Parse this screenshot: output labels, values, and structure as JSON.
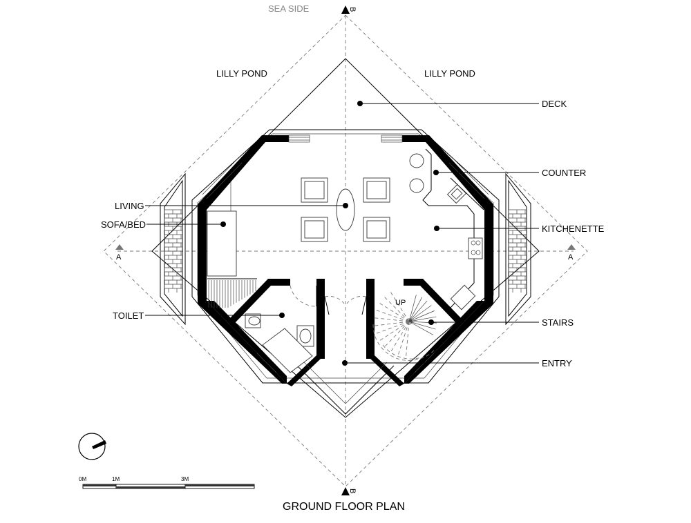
{
  "title": "GROUND FLOOR PLAN",
  "orientation_label": "SEA SIDE",
  "section_marks": {
    "vertical": "B",
    "horizontal": "A"
  },
  "labels": {
    "lilly_pond_left": "LILLY POND",
    "lilly_pond_right": "LILLY POND",
    "deck": "DECK",
    "counter": "COUNTER",
    "living": "LIVING",
    "sofa_bed": "SOFA/BED",
    "kitchenette": "KITCHENETTE",
    "toilet": "TOILET",
    "stairs": "STAIRS",
    "entry": "ENTRY",
    "up": "UP"
  },
  "scale_bar": {
    "ticks": [
      "0M",
      "1M",
      "3M"
    ]
  },
  "icons": [
    "north-arrow-icon",
    "section-marker-icon"
  ]
}
